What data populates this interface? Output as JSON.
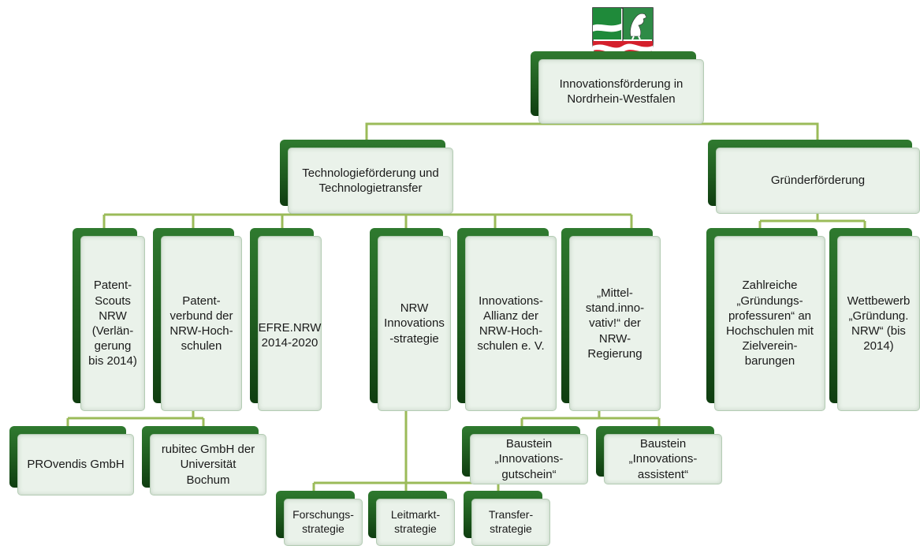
{
  "nodes": {
    "root": "Innovationsförderung in\nNordrhein-Westfalen",
    "tech": "Technologieförderung und\nTechnologietransfer",
    "gruender": "Gründerförderung",
    "patent_scouts": "Patent-\nScouts\nNRW\n(Verlän-\ngerung\nbis 2014)",
    "patentverbund": "Patent-\nverbund der\nNRW-Hoch-\nschulen",
    "efre": "EFRE.NRW\n2014-2020",
    "nrw_strategie": "NRW\nInnovations\n-strategie",
    "allianz": "Innovations-\nAllianz  der\nNRW-Hoch-\nschulen e. V.",
    "mittelstand": "„Mittel-\nstand.inno-\nvativ!“ der\nNRW-\nRegierung",
    "professuren": "Zahlreiche\n„Gründungs-\nprofessuren“ an\nHochschulen mit\nZielverein-\nbarungen",
    "wettbewerb": "Wettbewerb\n„Gründung.\nNRW“ (bis\n2014)",
    "provendis": "PROvendis GmbH",
    "rubitec": "rubitec GmbH der\nUniversität\nBochum",
    "gutschein": "Baustein\n„Innovations-\ngutschein“",
    "assistent": "Baustein\n„Innovations-\nassistent“",
    "forschung": "Forschungs-\nstrategie",
    "leitmarkt": "Leitmarkt-\nstrategie",
    "transfer": "Transfer-\nstrategie"
  },
  "colors": {
    "connector": "#9bbb59",
    "box_dark": "#1e5a1e",
    "box_face": "#eaf2ea"
  },
  "logo": {
    "name": "nrw-coat-of-arms-icon"
  }
}
